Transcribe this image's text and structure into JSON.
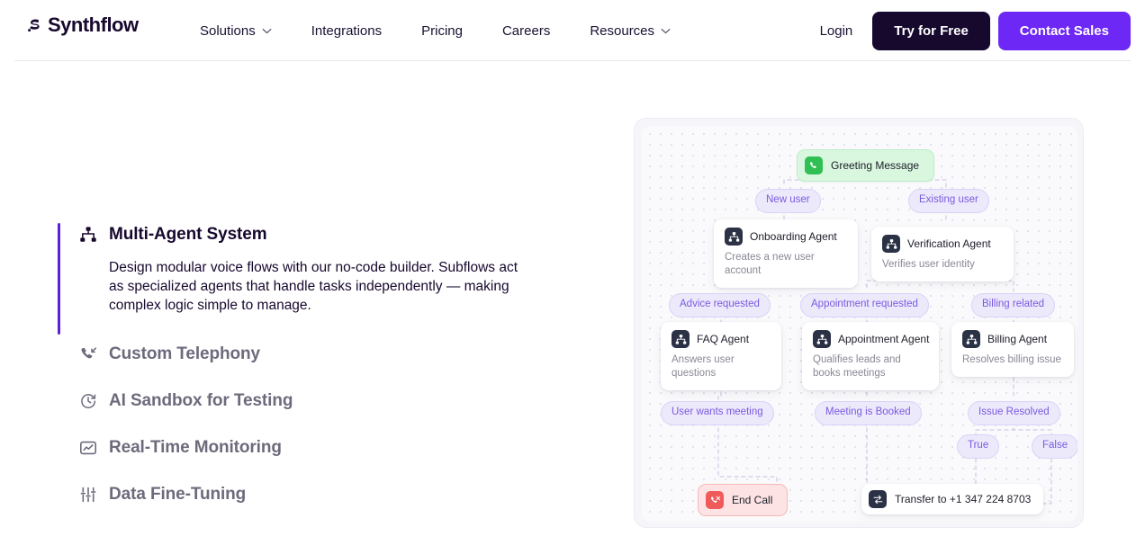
{
  "header": {
    "logo_text": "Synthflow",
    "logo_icon": "synthflow-s-mark",
    "nav": [
      {
        "label": "Solutions",
        "has_caret": true,
        "icon": "chevron-down-icon"
      },
      {
        "label": "Integrations",
        "has_caret": false,
        "icon": ""
      },
      {
        "label": "Pricing",
        "has_caret": false,
        "icon": ""
      },
      {
        "label": "Careers",
        "has_caret": false,
        "icon": ""
      },
      {
        "label": "Resources",
        "has_caret": true,
        "icon": "chevron-down-icon"
      }
    ],
    "login_label": "Login",
    "try_free_label": "Try for Free",
    "contact_sales_label": "Contact Sales",
    "colors": {
      "dark": "#17082e",
      "purple": "#6d28f6",
      "border": "#e8e8ed"
    }
  },
  "features": {
    "active": {
      "title": "Multi-Agent System",
      "icon": "sitemap-icon",
      "description": "Design modular voice flows with our no-code builder. Subflows act as specialized agents that handle tasks independently — making complex logic simple to manage.",
      "accent_color": "#5b21d6"
    },
    "items": [
      {
        "title": "Custom Telephony",
        "icon": "phone-incoming-icon"
      },
      {
        "title": "AI Sandbox for Testing",
        "icon": "clock-rotate-icon"
      },
      {
        "title": "Real-Time Monitoring",
        "icon": "monitor-chart-icon"
      },
      {
        "title": "Data Fine-Tuning",
        "icon": "sliders-icon"
      }
    ]
  },
  "diagram": {
    "greeting": {
      "label": "Greeting Message",
      "icon": "phone-icon",
      "icon_color": "#2fbf53"
    },
    "branch_pills": [
      {
        "label": "New user"
      },
      {
        "label": "Existing user"
      }
    ],
    "agents_row1": [
      {
        "title": "Onboarding Agent",
        "subtitle": "Creates a new user account",
        "icon": "agent-icon"
      },
      {
        "title": "Verification Agent",
        "subtitle": "Verifies user identity",
        "icon": "agent-icon"
      }
    ],
    "condition_pills_row2": [
      {
        "label": "Advice requested"
      },
      {
        "label": "Appointment requested"
      },
      {
        "label": "Billing related"
      }
    ],
    "agents_row2": [
      {
        "title": "FAQ Agent",
        "subtitle": "Answers user questions",
        "icon": "agent-icon"
      },
      {
        "title": "Appointment Agent",
        "subtitle": "Qualifies leads and books meetings",
        "icon": "agent-icon"
      },
      {
        "title": "Billing Agent",
        "subtitle": "Resolves billing issue",
        "icon": "agent-icon"
      }
    ],
    "condition_pills_row3": [
      {
        "label": "User wants meeting"
      },
      {
        "label": "Meeting is Booked"
      },
      {
        "label": "Issue Resolved"
      }
    ],
    "boolean_pills": [
      {
        "label": "True"
      },
      {
        "label": "False"
      }
    ],
    "end_call": {
      "label": "End Call",
      "icon": "phone-off-icon",
      "icon_color": "#f05a5a"
    },
    "transfer": {
      "label": "Transfer to +1 347 224 8703",
      "icon": "transfer-arrows-icon"
    }
  }
}
